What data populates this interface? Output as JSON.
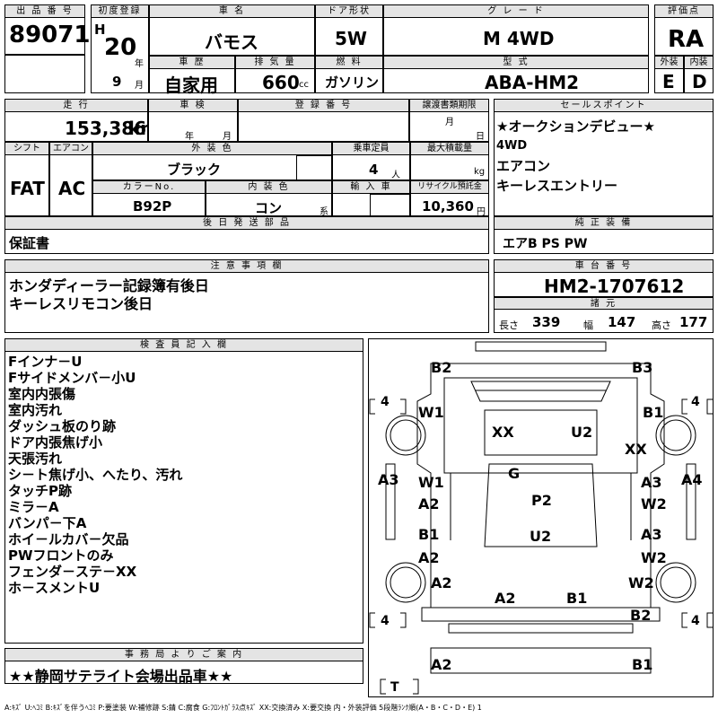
{
  "header": {
    "lot_no_label": "出 品 番 号",
    "lot_no": "89071",
    "first_reg_label": "初度登録",
    "era": "H",
    "year": "20",
    "year_unit": "年",
    "month": "9",
    "month_unit": "月",
    "car_name_label": "車 名",
    "car_name": "バモス",
    "door_label": "ドア形状",
    "door": "5W",
    "grade_label": "グ レ ー ド",
    "grade": "M 4WD",
    "score_label": "評価点",
    "score": "RA",
    "history_label": "車 歴",
    "history": "自家用",
    "displacement_label": "排 気 量",
    "displacement": "660",
    "displacement_unit": "cc",
    "fuel_label": "燃 料",
    "fuel": "ガソリン",
    "model_label": "型 式",
    "model": "ABA-HM2",
    "exterior_label": "外装",
    "exterior": "E",
    "interior_label": "内装",
    "interior": "D"
  },
  "row2": {
    "mileage_label": "走 行",
    "mileage": "153,386",
    "mileage_unit": "km",
    "inspection_label": "車 検",
    "inspection_year": "年",
    "inspection_month": "月",
    "plate_label": "登 録 番 号",
    "transfer_label": "譲渡書類期限",
    "transfer_month": "月",
    "transfer_day": "日",
    "shift_label": "シフト",
    "shift": "FAT",
    "ac_label": "エアコン",
    "ac": "AC",
    "color_label": "外 装 色",
    "color": "ブラック",
    "capacity_label": "乗車定員",
    "capacity": "4",
    "capacity_unit": "人",
    "load_label": "最大積載量",
    "load_unit": "kg",
    "color_no_label": "カラーNo.",
    "color_no": "B92P",
    "int_color_label": "内 装 色",
    "int_color": "コン",
    "int_color_unit": "系",
    "import_label": "輸 入 車",
    "recycle_label": "リサイクル預託金",
    "recycle": "10,360",
    "recycle_unit": "円",
    "later_parts_label": "後 日 発 送 部 品",
    "later_parts": "保証書"
  },
  "sales": {
    "label": "セールスポイント",
    "items": [
      "★オークションデビュー★",
      "4WD",
      "エアコン",
      "キーレスエントリー"
    ],
    "equipment_label": "純 正 装 備",
    "equipment": "エアB PS PW"
  },
  "notes": {
    "label": "注 意 事 項 欄",
    "items": [
      "ホンダディーラー記録簿有後日",
      "キーレスリモコン後日"
    ]
  },
  "chassis": {
    "label": "車 台 番 号",
    "number": "HM2-1707612",
    "dims_label": "諸 元",
    "length_label": "長さ",
    "length": "339",
    "width_label": "幅",
    "width": "147",
    "height_label": "高さ",
    "height": "177"
  },
  "inspector": {
    "label": "検 査 員 記 入 欄",
    "items": [
      "Fインナ－U",
      "Fサイドメンバ－小U",
      "室内内張傷",
      "室内汚れ",
      "ダッシュ板のり跡",
      "ドア内張焦げ小",
      "天張汚れ",
      "シ－ト焦げ小、へたり、汚れ",
      "タッチP跡",
      "ミラ－A",
      "バンパ－下A",
      "ホイ－ルカバ－欠品",
      "PWフロントのみ",
      "フェンダ－ステ－XX",
      "ホ－スメントU"
    ]
  },
  "diagram": {
    "labels": [
      "B2",
      "B3",
      "W1",
      "B1",
      "XX",
      "U2",
      "XX",
      "G",
      "A3",
      "A4",
      "W1",
      "A2",
      "P2",
      "A3",
      "W2",
      "B1",
      "A2",
      "U2",
      "A3",
      "W2",
      "A2",
      "W2",
      "A2",
      "B1",
      "B2",
      "A2",
      "B1"
    ],
    "tire_labels": [
      "4",
      "4",
      "4",
      "4"
    ],
    "spare_label": "T"
  },
  "office": {
    "label": "事 務 局 よ り ご 案 内",
    "message": "★★静岡サテライト会場出品車★★"
  },
  "legend": "A:ｷｽﾞ U:ﾍｺﾐ B:ｷｽﾞを伴うﾍｺﾐ P:要塗装 W:補修跡 S:錆 C:腐食 G:ﾌﾛﾝﾄｶﾞﾗｽ点ｷｽﾞ XX:交換済み X:要交換 内・外装評価 5段階ﾗﾝｸ順(A・B・C・D・E) 1"
}
